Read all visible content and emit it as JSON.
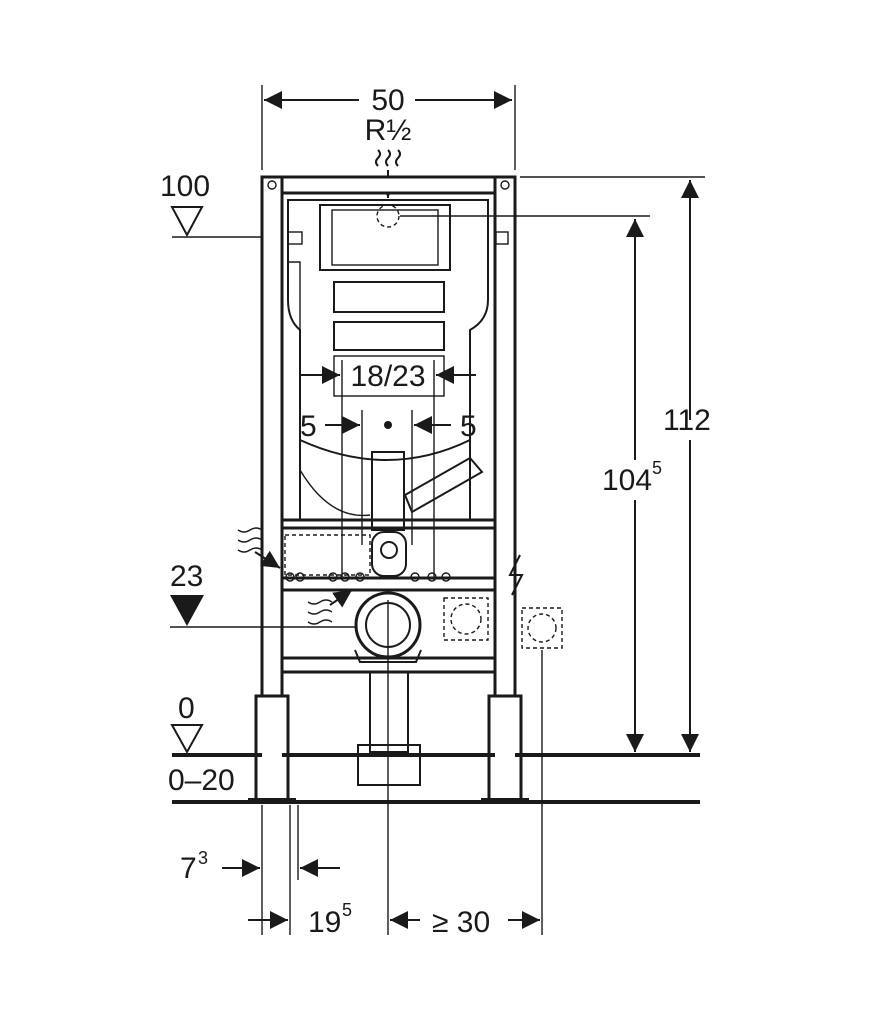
{
  "dimensions": {
    "width_top": "50",
    "supply_connection": "R½",
    "height_total": "112",
    "height_inner": "104",
    "height_inner_sup": "5",
    "button_width": "18/23",
    "button_offset_left": "5",
    "button_offset_right": "5",
    "level_100": "100",
    "level_23": "23",
    "level_0": "0",
    "floor_range": "0–20",
    "foot_depth": "7",
    "foot_depth_sup": "3",
    "wall_distance": "19",
    "wall_distance_sup": "5",
    "min_side_distance": "≥ 30"
  },
  "colors": {
    "line": "#1a1a1a",
    "background": "#ffffff"
  }
}
